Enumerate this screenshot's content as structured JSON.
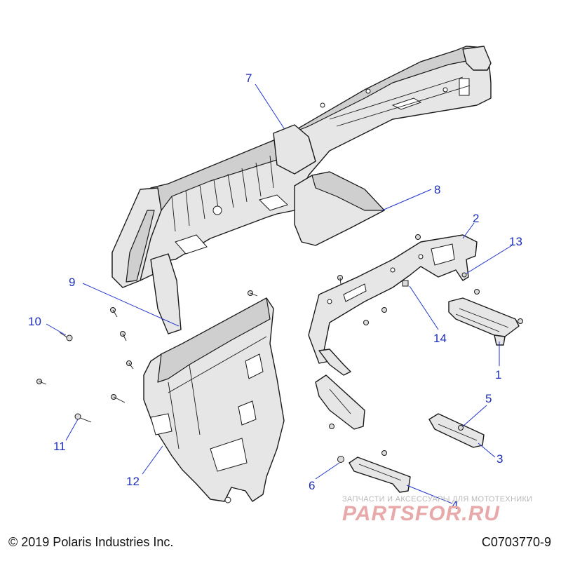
{
  "callouts": {
    "c1": "1",
    "c2": "2",
    "c3": "3",
    "c4": "4",
    "c5": "5",
    "c6": "6",
    "c7": "7",
    "c8": "8",
    "c9": "9",
    "c10": "10",
    "c11": "11",
    "c12": "12",
    "c13": "13",
    "c14": "14"
  },
  "footer": {
    "copyright": "© 2019 Polaris Industries Inc.",
    "code": "C0703770-9"
  },
  "watermark": {
    "subtitle": "ЗАПЧАСТИ И АКСЕССУАРЫ ДЛЯ МОТОТЕХНИКИ",
    "brand": "PARTSFOR.RU"
  },
  "colors": {
    "callout": "#1f2fb8",
    "leader": "#2233cc",
    "watermark": "#e7a9a9"
  }
}
